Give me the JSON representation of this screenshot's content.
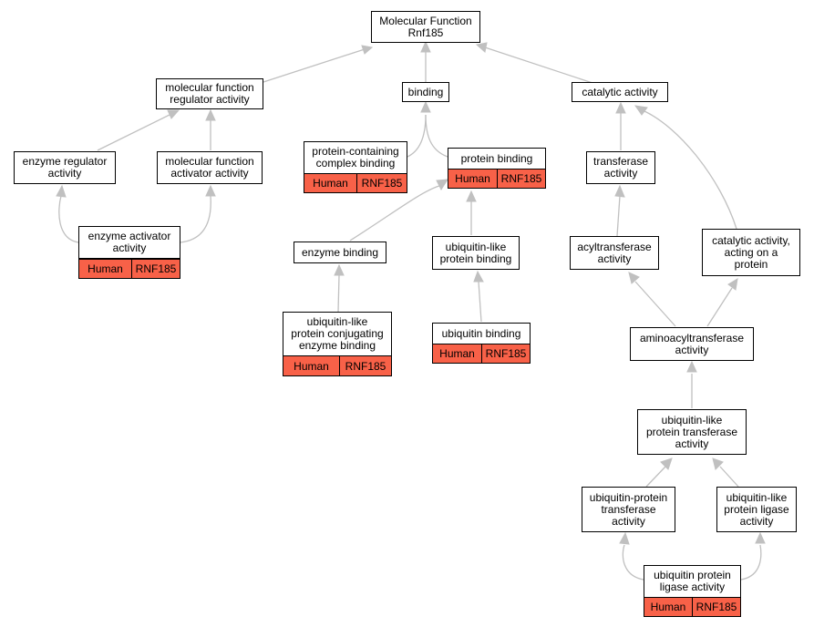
{
  "colors": {
    "annotation": "#f86148",
    "edge": "#c0c0c0",
    "border": "#000000"
  },
  "nodes": {
    "root": {
      "label": "Molecular Function\nRnf185"
    },
    "mfra": {
      "label": "molecular function\nregulator activity"
    },
    "binding": {
      "label": "binding"
    },
    "catalytic": {
      "label": "catalytic activity"
    },
    "enzreg": {
      "label": "enzyme regulator\nactivity"
    },
    "mfaa": {
      "label": "molecular function\nactivator activity"
    },
    "pccb": {
      "label": "protein-containing\ncomplex binding",
      "annotation": {
        "organism": "Human",
        "gene": "RNF185"
      }
    },
    "pb": {
      "label": "protein binding",
      "annotation": {
        "organism": "Human",
        "gene": "RNF185"
      }
    },
    "transferase": {
      "label": "transferase\nactivity"
    },
    "enzact": {
      "label": "enzyme activator\nactivity",
      "annotation": {
        "organism": "Human",
        "gene": "RNF185"
      }
    },
    "enzbind": {
      "label": "enzyme binding"
    },
    "ulpb": {
      "label": "ubiquitin-like\nprotein binding"
    },
    "acyl": {
      "label": "acyltransferase\nactivity"
    },
    "caop": {
      "label": "catalytic activity,\nacting on a\nprotein"
    },
    "ulpceb": {
      "label": "ubiquitin-like\nprotein conjugating\nenzyme binding",
      "annotation": {
        "organism": "Human",
        "gene": "RNF185"
      }
    },
    "ubb": {
      "label": "ubiquitin binding",
      "annotation": {
        "organism": "Human",
        "gene": "RNF185"
      }
    },
    "aminoacyl": {
      "label": "aminoacyltransferase\nactivity"
    },
    "ulpta": {
      "label": "ubiquitin-like\nprotein transferase\nactivity"
    },
    "upta": {
      "label": "ubiquitin-protein\ntransferase\nactivity"
    },
    "ulpla": {
      "label": "ubiquitin-like\nprotein ligase\nactivity"
    },
    "upla": {
      "label": "ubiquitin protein\nligase activity",
      "annotation": {
        "organism": "Human",
        "gene": "RNF185"
      }
    }
  },
  "edges": [
    {
      "from": "mfra",
      "to": "root"
    },
    {
      "from": "binding",
      "to": "root"
    },
    {
      "from": "catalytic",
      "to": "root"
    },
    {
      "from": "enzreg",
      "to": "mfra"
    },
    {
      "from": "mfaa",
      "to": "mfra"
    },
    {
      "from": "pccb",
      "to": "binding"
    },
    {
      "from": "pb",
      "to": "binding"
    },
    {
      "from": "transferase",
      "to": "catalytic"
    },
    {
      "from": "caop",
      "to": "catalytic"
    },
    {
      "from": "enzact",
      "to": "enzreg"
    },
    {
      "from": "enzact",
      "to": "mfaa"
    },
    {
      "from": "enzbind",
      "to": "pb"
    },
    {
      "from": "ulpb",
      "to": "pb"
    },
    {
      "from": "acyl",
      "to": "transferase"
    },
    {
      "from": "ulpceb",
      "to": "enzbind"
    },
    {
      "from": "ubb",
      "to": "ulpb"
    },
    {
      "from": "aminoacyl",
      "to": "acyl"
    },
    {
      "from": "aminoacyl",
      "to": "caop"
    },
    {
      "from": "ulpta",
      "to": "aminoacyl"
    },
    {
      "from": "upta",
      "to": "ulpta"
    },
    {
      "from": "ulpla",
      "to": "ulpta"
    },
    {
      "from": "upla",
      "to": "upta"
    },
    {
      "from": "upla",
      "to": "ulpla"
    }
  ]
}
